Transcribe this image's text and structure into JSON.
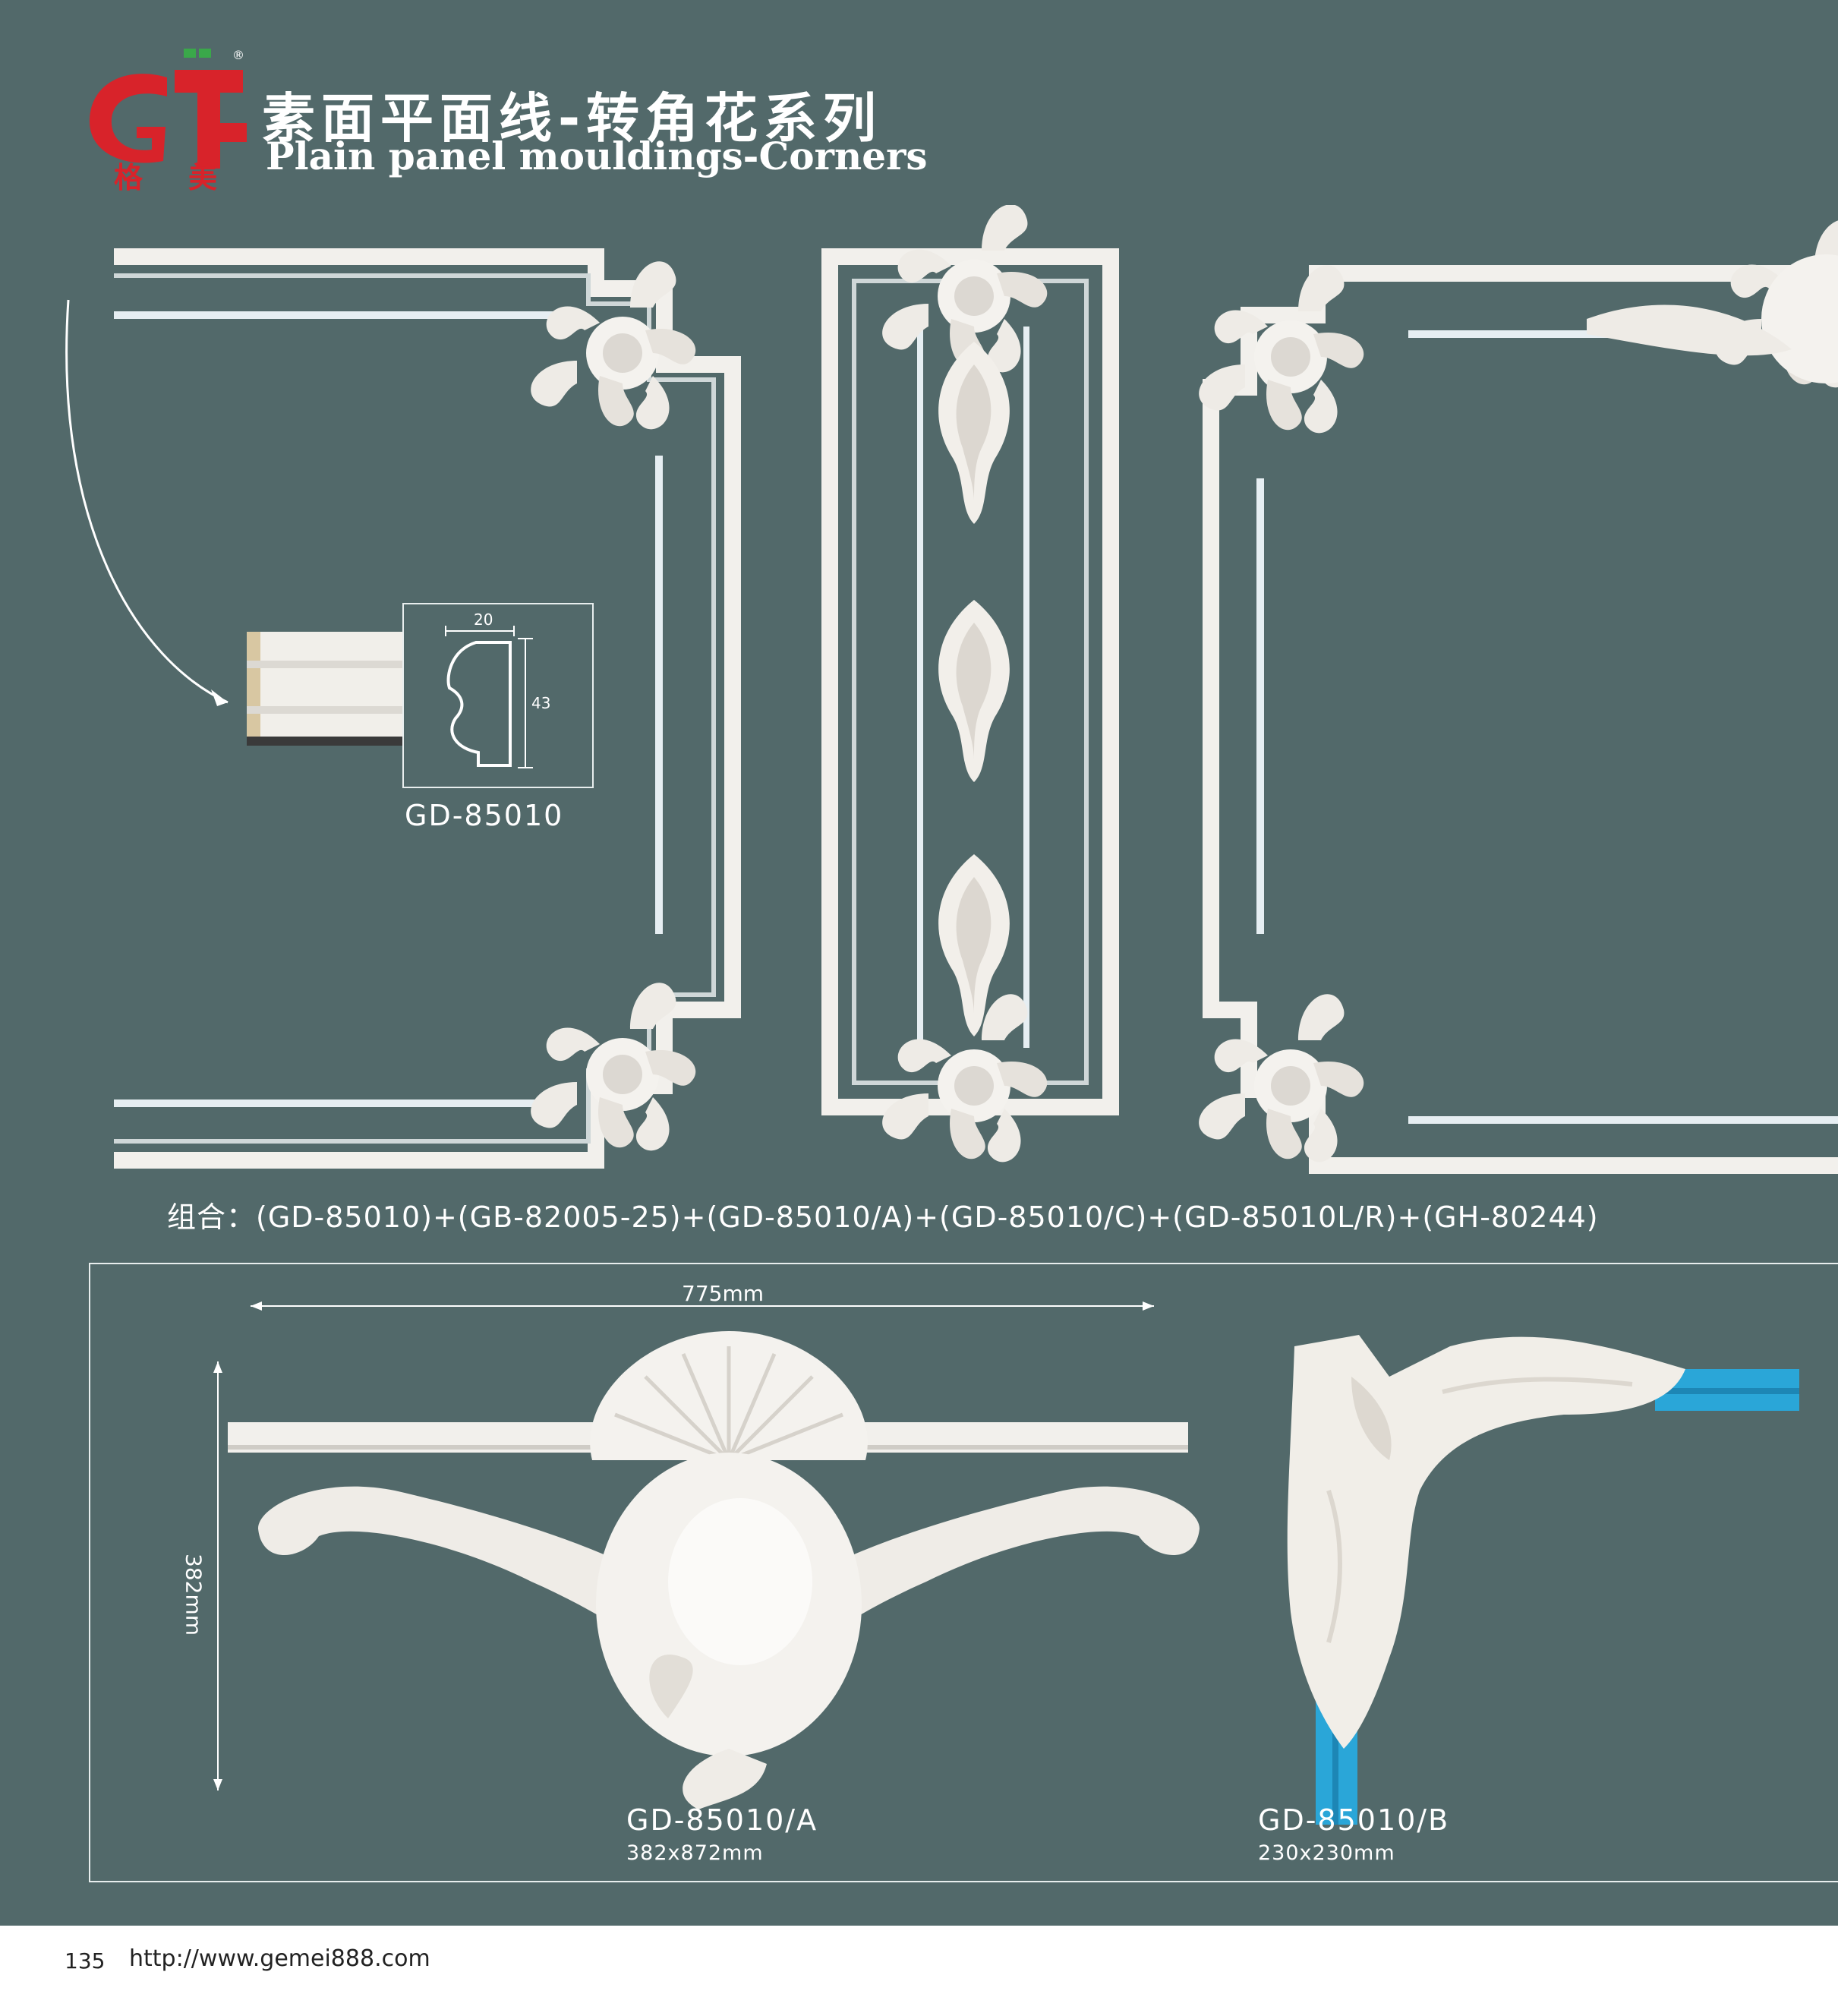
{
  "header": {
    "logo_text": "格美",
    "title_zh": "素面平面线-转角花系列",
    "title_en": "Plain panel mouldings-Corners"
  },
  "profile": {
    "width_label": "20",
    "height_label": "43",
    "code": "GD-85010"
  },
  "combination": "组合：(GD-85010)+(GB-82005-25)+(GD-85010/A)+(GD-85010/C)+(GD-85010L/R)+(GH-80244)",
  "detail": {
    "width_dim": "775mm",
    "height_dim": "382mm",
    "item_a": {
      "code": "GD-85010/A",
      "size": "382x872mm"
    },
    "item_b": {
      "code": "GD-85010/B",
      "size": "230x230mm"
    }
  },
  "footer": {
    "page_number": "135",
    "url": "http://www.gemei888.com"
  },
  "colors": {
    "background": "#52696a",
    "moulding": "#f2f0ec",
    "logo_red": "#d8232a",
    "logo_green": "#3aa84a",
    "accent_blue": "#2aa6d8"
  }
}
